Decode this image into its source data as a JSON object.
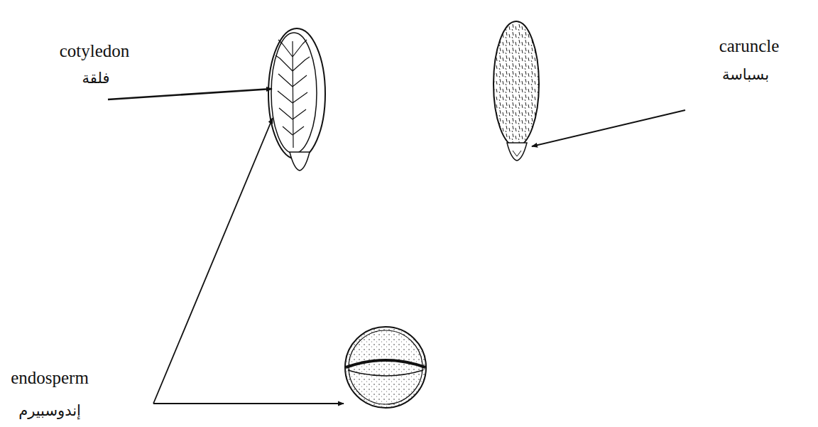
{
  "diagram": {
    "labels": [
      "cotyledon",
      "فلقة",
      "caruncle",
      "بسباسة",
      "endosperm",
      "إندوسبيرم"
    ]
  }
}
